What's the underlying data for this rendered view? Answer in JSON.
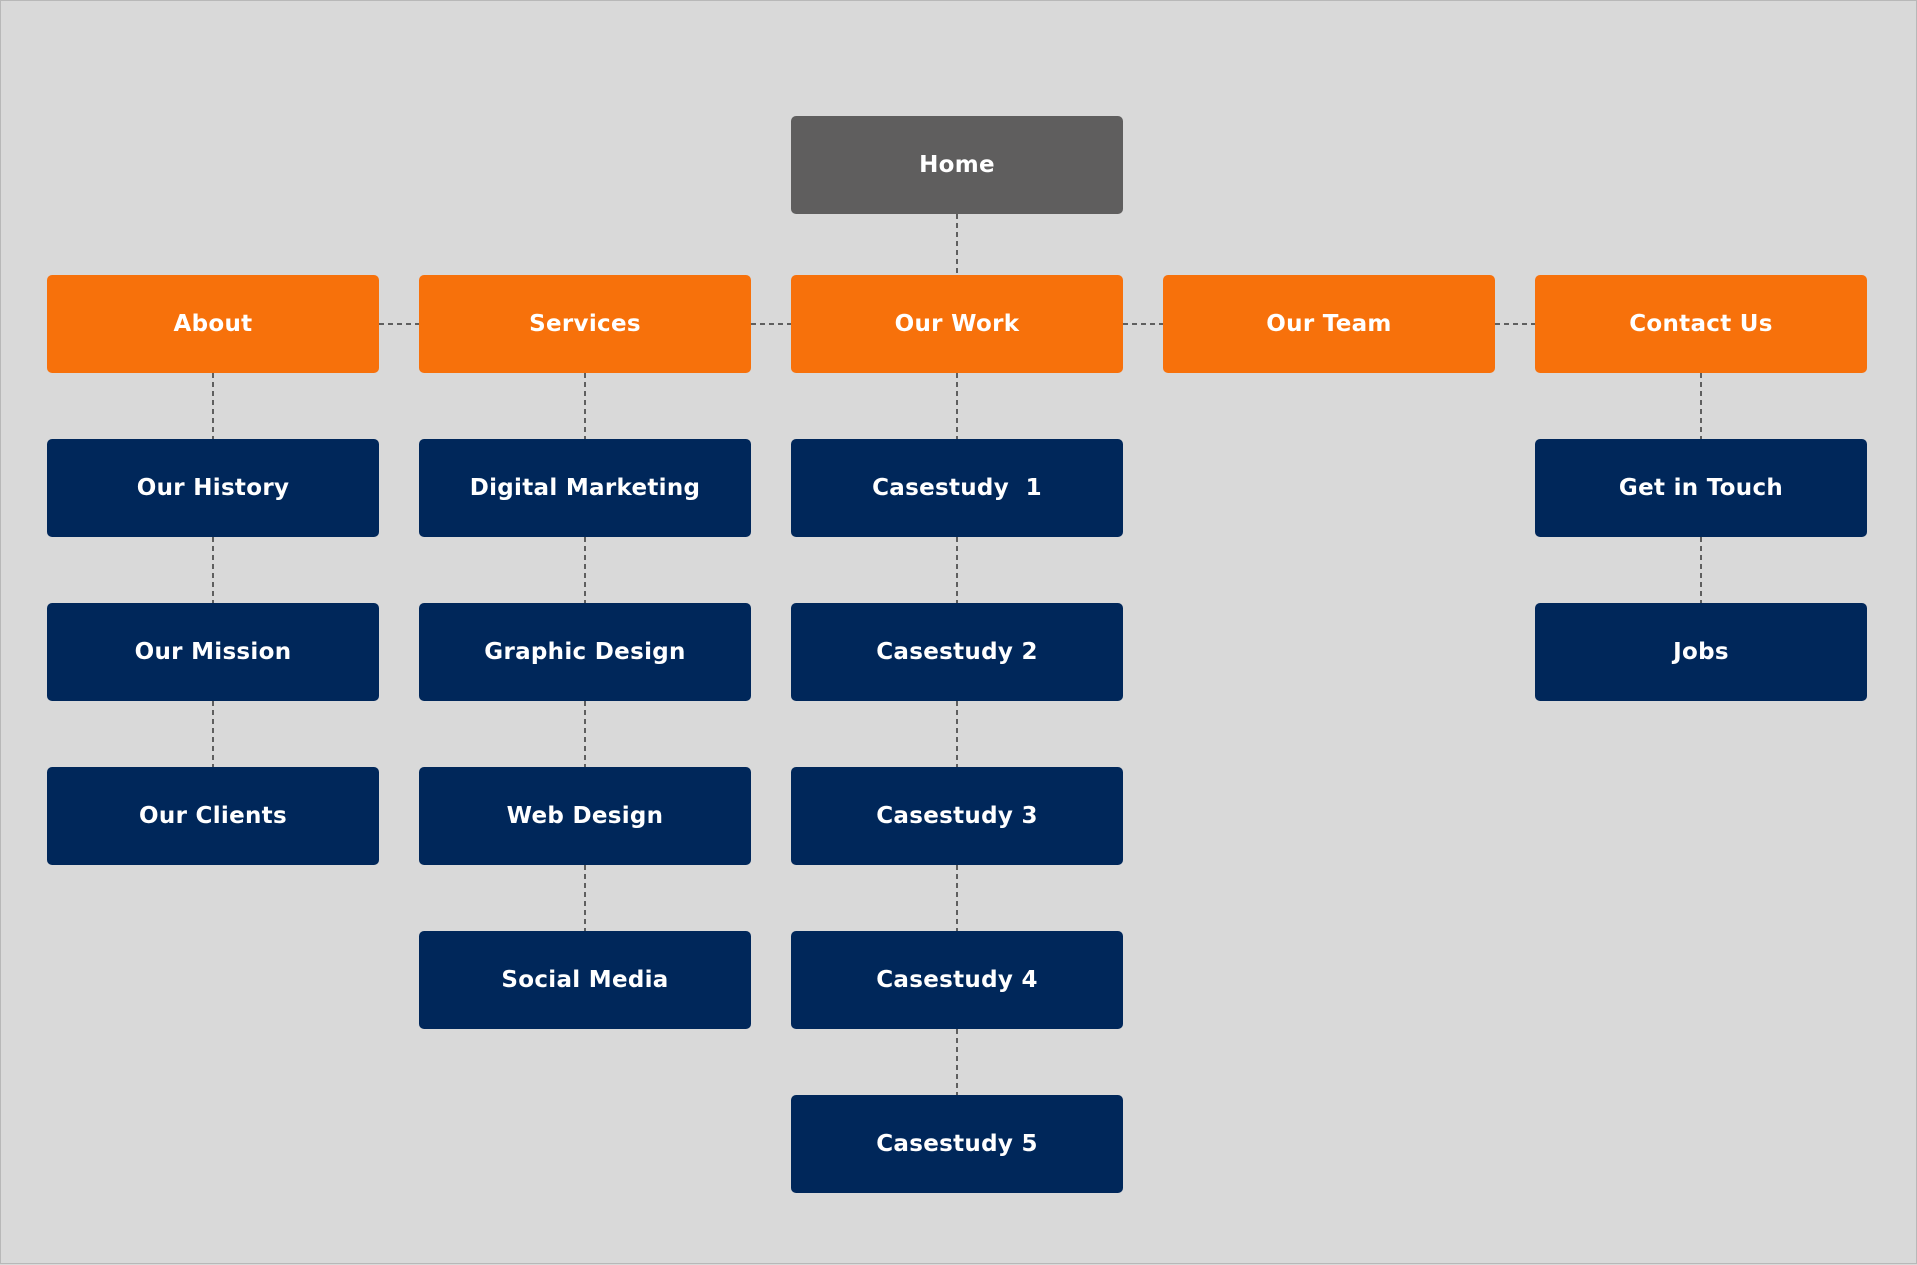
{
  "sitemap": {
    "colors": {
      "background": "#d9d9d9",
      "root": "#5f5e5e",
      "section": "#f7710b",
      "page": "#00275a",
      "connector": "#5f5f5f",
      "text": "#ffffff"
    },
    "root": {
      "id": "home",
      "label": "Home"
    },
    "sections": [
      {
        "id": "about",
        "label": "About",
        "children": [
          {
            "id": "our-history",
            "label": "Our History"
          },
          {
            "id": "our-mission",
            "label": "Our Mission"
          },
          {
            "id": "our-clients",
            "label": "Our Clients"
          }
        ]
      },
      {
        "id": "services",
        "label": "Services",
        "children": [
          {
            "id": "digital-marketing",
            "label": "Digital Marketing"
          },
          {
            "id": "graphic-design",
            "label": "Graphic Design"
          },
          {
            "id": "web-design",
            "label": "Web Design"
          },
          {
            "id": "social-media",
            "label": "Social Media"
          }
        ]
      },
      {
        "id": "our-work",
        "label": "Our Work",
        "children": [
          {
            "id": "casestudy-1",
            "label": "Casestudy  1"
          },
          {
            "id": "casestudy-2",
            "label": "Casestudy 2"
          },
          {
            "id": "casestudy-3",
            "label": "Casestudy 3"
          },
          {
            "id": "casestudy-4",
            "label": "Casestudy 4"
          },
          {
            "id": "casestudy-5",
            "label": "Casestudy 5"
          }
        ]
      },
      {
        "id": "our-team",
        "label": "Our Team",
        "children": []
      },
      {
        "id": "contact-us",
        "label": "Contact Us",
        "children": [
          {
            "id": "get-in-touch",
            "label": "Get in Touch"
          },
          {
            "id": "jobs",
            "label": "Jobs"
          }
        ]
      }
    ]
  }
}
